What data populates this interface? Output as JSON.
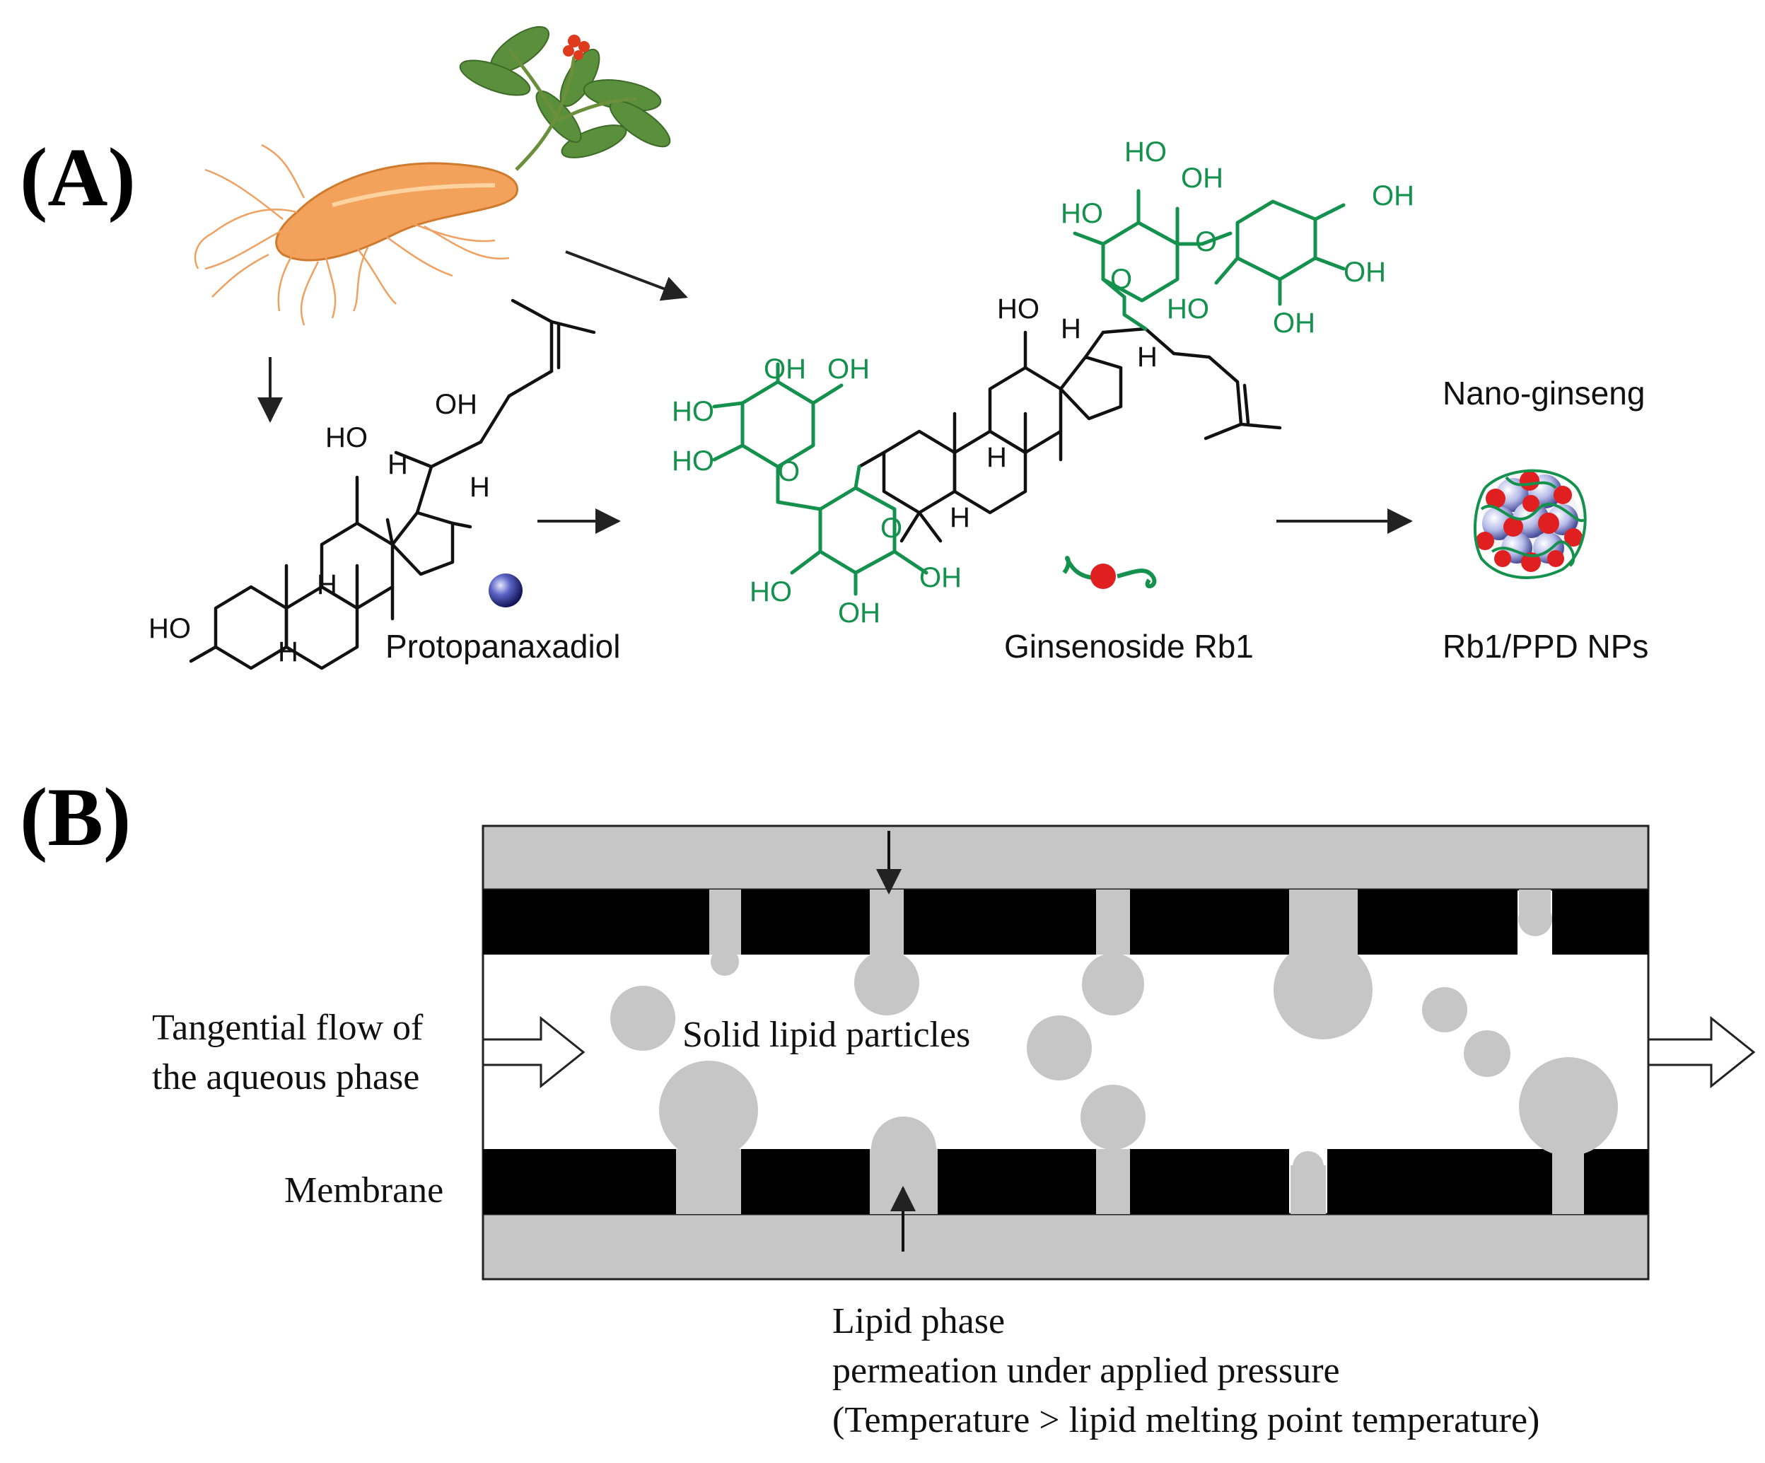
{
  "panelA": {
    "label": "(A)",
    "ppd_label": "Protopanaxadiol",
    "rb1_label": "Ginsenoside Rb1",
    "nano_title": "Nano-ginseng",
    "nano_label": "Rb1/PPD NPs",
    "ppd_atoms": {
      "ho": "HO",
      "oh": "OH",
      "h": "H"
    },
    "rb1_atoms": {
      "ho": "HO",
      "oh": "OH",
      "o": "O",
      "h": "H"
    },
    "colors": {
      "sugar": "#13914d",
      "ppd_sphere": "#3a3f9e",
      "rb1_core": "#e02020"
    }
  },
  "panelB": {
    "label": "(B)",
    "flow_label_1": "Tangential flow of",
    "flow_label_2": "the aqueous phase",
    "particles_label": "Solid lipid particles",
    "membrane_label": "Membrane",
    "lipid_line_1": "Lipid phase",
    "lipid_line_2": "permeation under applied pressure",
    "lipid_line_3": "(Temperature > lipid melting point temperature)",
    "colors": {
      "lipid": "#c6c6c6",
      "membrane": "#000000"
    }
  }
}
